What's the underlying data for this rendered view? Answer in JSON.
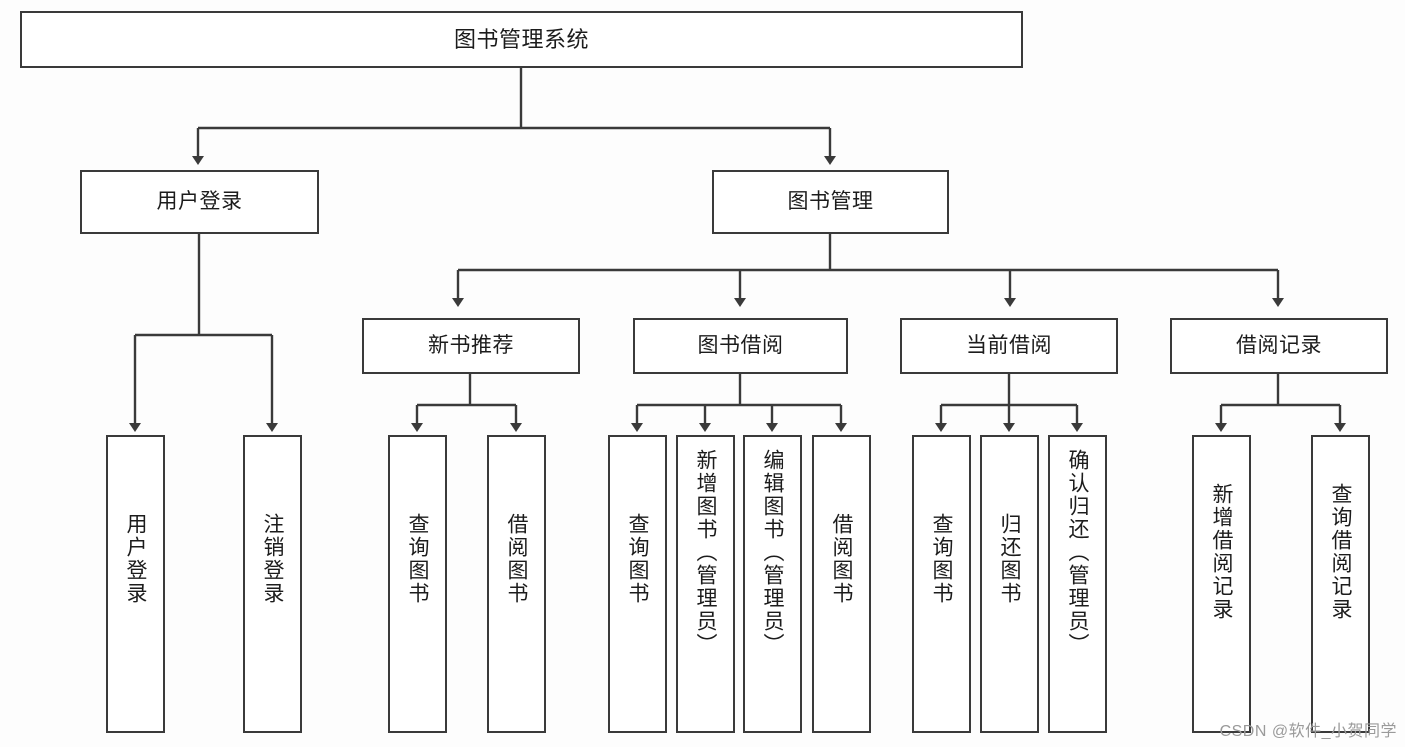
{
  "diagram": {
    "title": "图书管理系统",
    "type": "hierarchy-tree",
    "colors": {
      "background": "#fdfdfd",
      "box_fill": "#ffffff",
      "box_border": "#3a3a3a",
      "connector": "#3a3a3a",
      "text": "#1c1c1c",
      "watermark": "#9a9a9a"
    },
    "levels": {
      "root": {
        "label": "图书管理系统"
      },
      "level2": [
        {
          "label": "用户登录"
        },
        {
          "label": "图书管理"
        }
      ],
      "level3": [
        {
          "label": "新书推荐"
        },
        {
          "label": "图书借阅"
        },
        {
          "label": "当前借阅"
        },
        {
          "label": "借阅记录"
        }
      ],
      "leaves": {
        "user_login": [
          {
            "label": "用户登录"
          },
          {
            "label": "注销登录"
          }
        ],
        "new_book_recommend": [
          {
            "label": "查询图书"
          },
          {
            "label": "借阅图书"
          }
        ],
        "book_borrow": [
          {
            "label": "查询图书"
          },
          {
            "label": "新增图书（管理员）"
          },
          {
            "label": "编辑图书（管理员）"
          },
          {
            "label": "借阅图书"
          }
        ],
        "current_borrow": [
          {
            "label": "查询图书"
          },
          {
            "label": "归还图书"
          },
          {
            "label": "确认归还（管理员）"
          }
        ],
        "borrow_record": [
          {
            "label": "新增借阅记录"
          },
          {
            "label": "查询借阅记录"
          }
        ]
      }
    }
  },
  "watermark": {
    "text": "CSDN @软件_小贺同学"
  }
}
